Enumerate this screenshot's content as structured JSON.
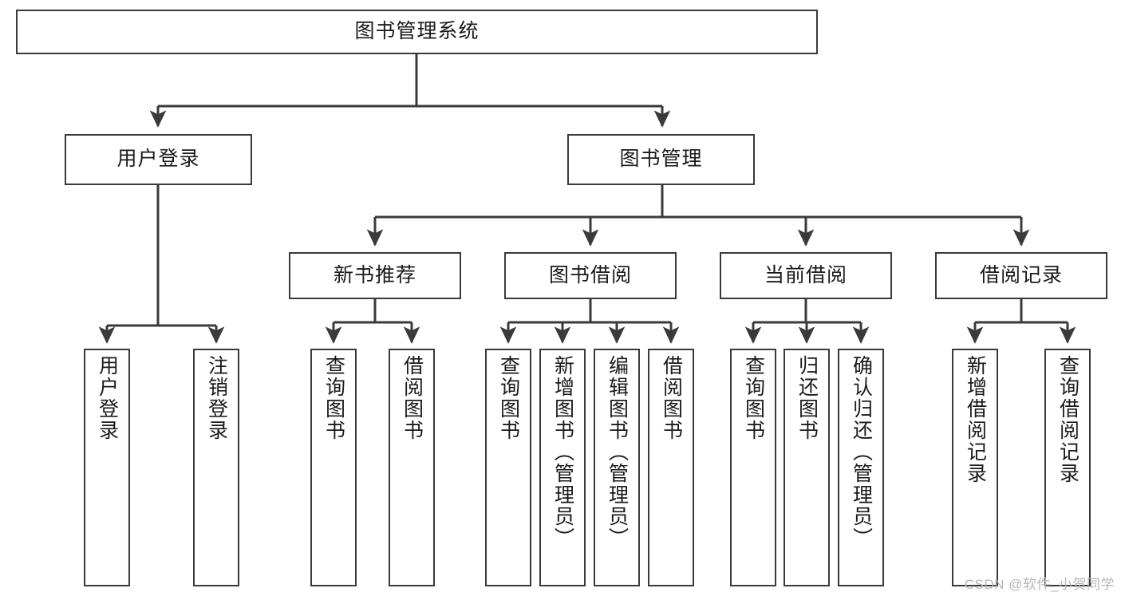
{
  "diagram": {
    "title": "图书管理系统",
    "type": "tree-hierarchy",
    "watermark": "CSDN @软件_小贺同学",
    "style": {
      "background": "#ffffff",
      "box_border": "#3a3a3a",
      "box_fill": "#ffffff",
      "edge_color": "#3a3a3a",
      "text_color": "#1a1a1a"
    }
  },
  "nodes": {
    "root": {
      "label": "图书管理系统"
    },
    "level2": [
      {
        "label": "用户登录"
      },
      {
        "label": "图书管理"
      }
    ],
    "level3": [
      {
        "label": "新书推荐"
      },
      {
        "label": "图书借阅"
      },
      {
        "label": "当前借阅"
      },
      {
        "label": "借阅记录"
      }
    ],
    "leaves": {
      "user_login": [
        {
          "label": "用户登录"
        },
        {
          "label": "注销登录"
        }
      ],
      "new_book": [
        {
          "label": "查询图书"
        },
        {
          "label": "借阅图书"
        }
      ],
      "book_borrow": [
        {
          "label": "查询图书"
        },
        {
          "label": "新增图书（管理员）"
        },
        {
          "label": "编辑图书（管理员）"
        },
        {
          "label": "借阅图书"
        }
      ],
      "current_borrow": [
        {
          "label": "查询图书"
        },
        {
          "label": "归还图书"
        },
        {
          "label": "确认归还（管理员）"
        }
      ],
      "borrow_record": [
        {
          "label": "新增借阅记录"
        },
        {
          "label": "查询借阅记录"
        }
      ]
    }
  }
}
